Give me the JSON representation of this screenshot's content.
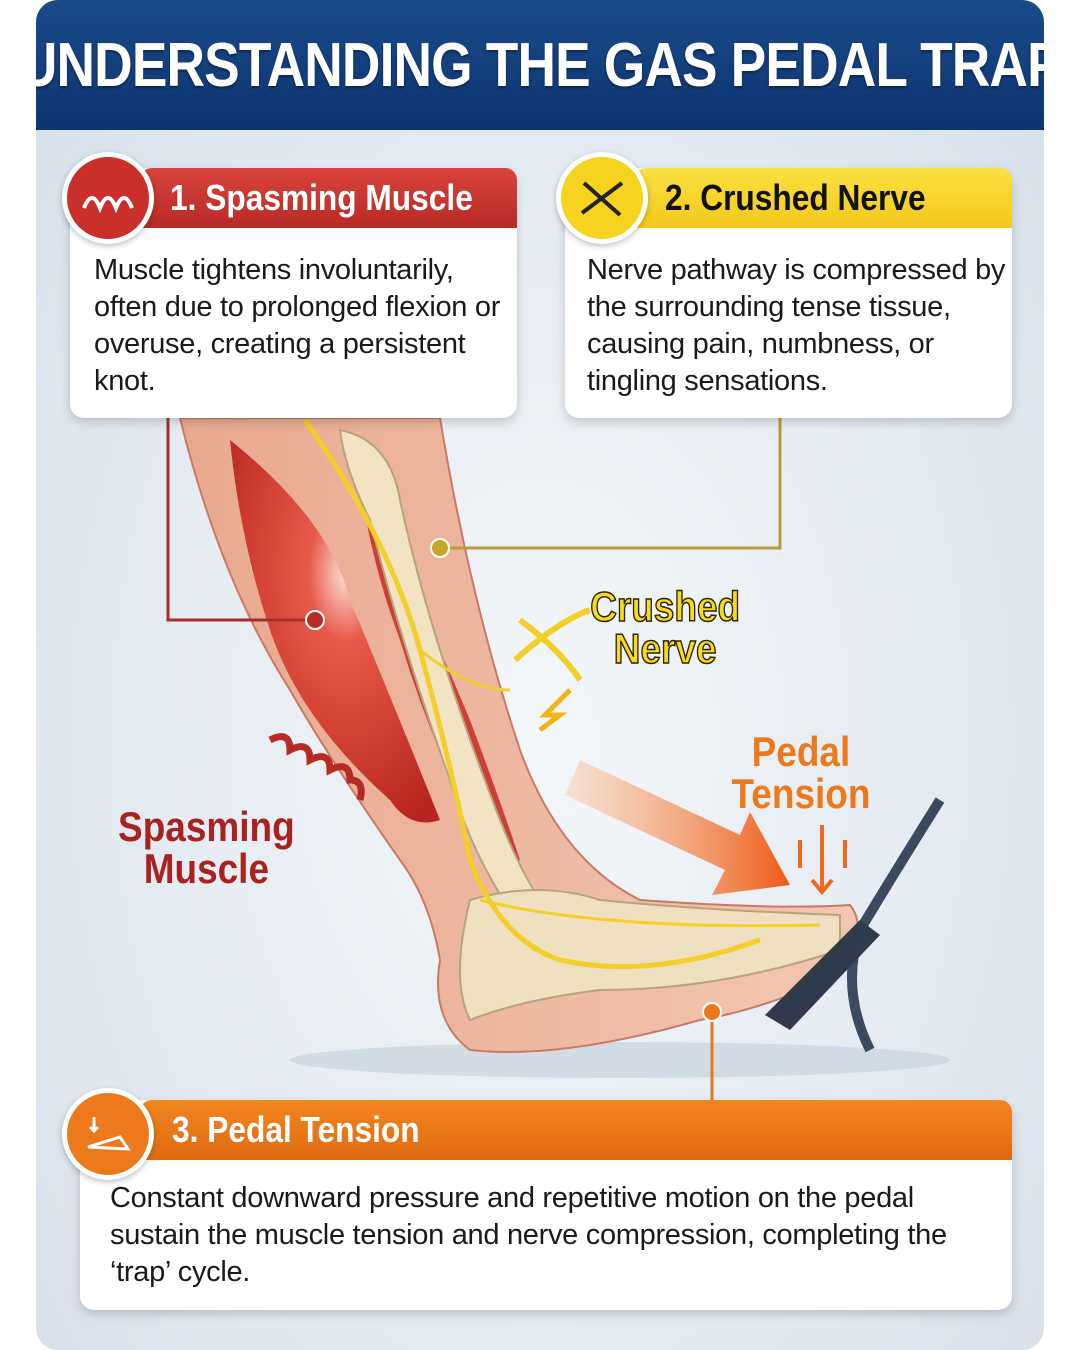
{
  "title": "UNDERSTANDING THE GAS PEDAL TRAP",
  "colors": {
    "header": "#0d3570",
    "muscle": "#d23a36",
    "nerve": "#f5d22a",
    "pedal": "#ec7a1c"
  },
  "cards": [
    {
      "icon": "muscle-fiber-icon",
      "heading": "1. Spasming Muscle",
      "text": "Muscle tightens involuntarily, often due to prolonged flexion or overuse, creating a persistent knot."
    },
    {
      "icon": "nerve-icon",
      "heading": "2. Crushed Nerve",
      "text": "Nerve pathway is compressed by the surrounding tense tissue, causing pain, numbness, or tingling sensations."
    },
    {
      "icon": "foot-pedal-icon",
      "heading": "3. Pedal Tension",
      "text": "Constant downward pressure and repetitive motion on the pedal sustain the muscle tension and nerve compression, completing the ‘trap’ cycle."
    }
  ],
  "labels": {
    "nerve_1": "Crushed",
    "nerve_2": "Nerve",
    "pedal_1": "Pedal",
    "pedal_2": "Tension",
    "muscle_1": "Spasming",
    "muscle_2": "Muscle"
  }
}
